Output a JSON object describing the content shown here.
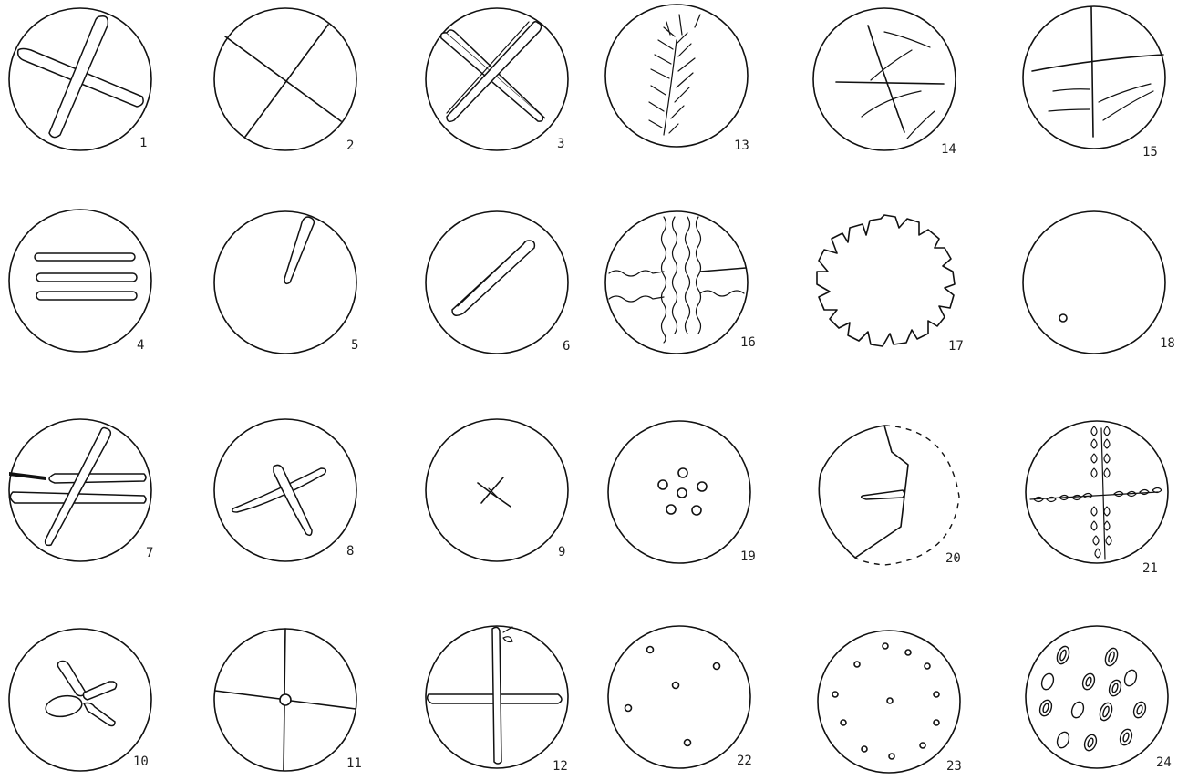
{
  "figures": [
    {
      "label": "1"
    },
    {
      "label": "2"
    },
    {
      "label": "3"
    },
    {
      "label": "13"
    },
    {
      "label": "14"
    },
    {
      "label": "15"
    },
    {
      "label": "4"
    },
    {
      "label": "5"
    },
    {
      "label": "6"
    },
    {
      "label": "16"
    },
    {
      "label": "17"
    },
    {
      "label": "18"
    },
    {
      "label": "7"
    },
    {
      "label": "8"
    },
    {
      "label": "9"
    },
    {
      "label": "19"
    },
    {
      "label": "20"
    },
    {
      "label": "21"
    },
    {
      "label": "10"
    },
    {
      "label": "11"
    },
    {
      "label": "12"
    },
    {
      "label": "22"
    },
    {
      "label": "23"
    },
    {
      "label": "24"
    }
  ]
}
